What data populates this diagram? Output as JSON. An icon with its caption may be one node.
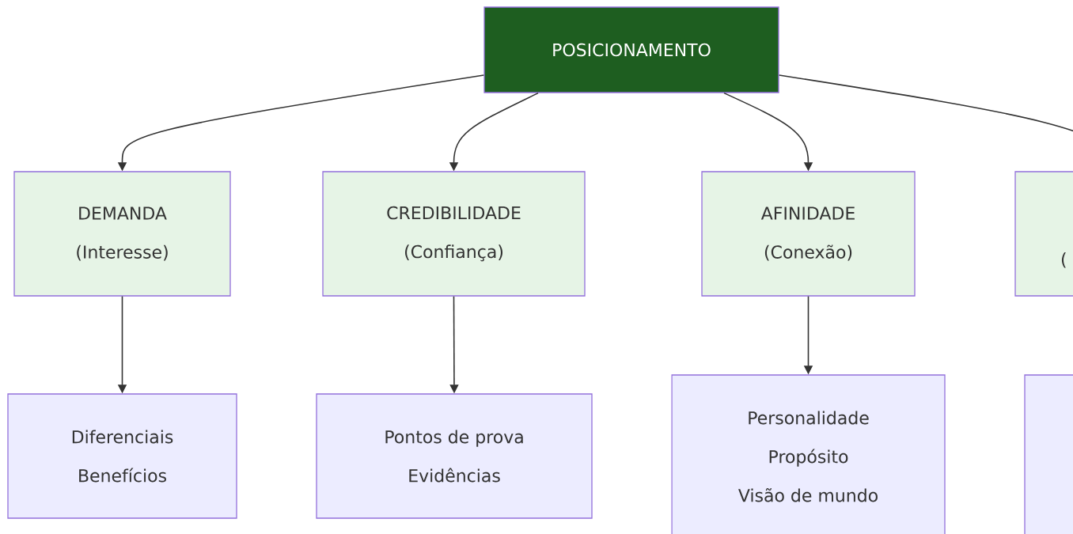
{
  "diagram": {
    "nodes": [
      {
        "text": [
          "POSICIONAMENTO"
        ]
      },
      {
        "text": [
          "DEMANDA",
          "(Interesse)"
        ]
      },
      {
        "text": [
          "CREDIBILIDADE",
          "(Confiança)"
        ]
      },
      {
        "text": [
          "AFINIDADE",
          "(Conexão)"
        ]
      },
      {
        "text": [
          "("
        ]
      },
      {
        "text": [
          "Diferenciais",
          "Benefícios"
        ]
      },
      {
        "text": [
          "Pontos de prova",
          "Evidências"
        ]
      },
      {
        "text": [
          "Personalidade",
          "Propósito",
          "Visão de mundo"
        ]
      },
      {
        "text": [],
        "shape": "box"
      }
    ],
    "edges": [
      {
        "from": 0,
        "to": 1,
        "arrow": "to"
      },
      {
        "from": 0,
        "to": 2,
        "arrow": "to"
      },
      {
        "from": 0,
        "to": 3,
        "arrow": "to"
      },
      {
        "from": 0,
        "to": 4,
        "arrow": "none"
      },
      {
        "from": 1,
        "to": 5,
        "arrow": "to"
      },
      {
        "from": 2,
        "to": 6,
        "arrow": "to"
      },
      {
        "from": 3,
        "to": 7,
        "arrow": "to"
      }
    ]
  }
}
